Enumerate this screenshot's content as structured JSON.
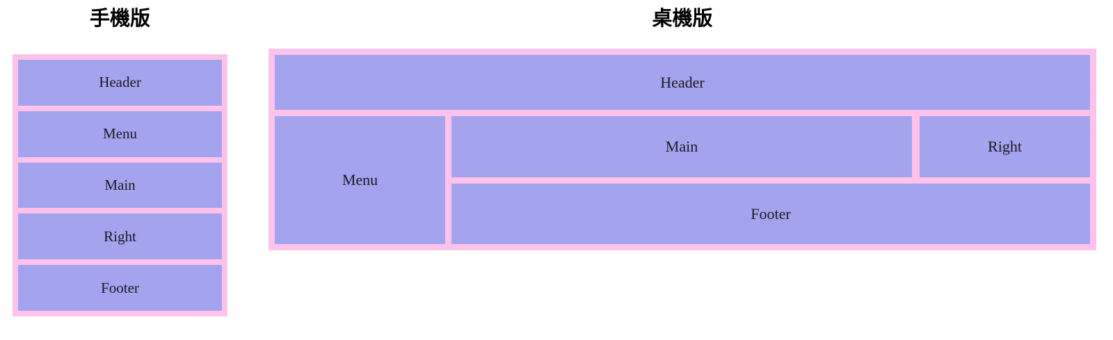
{
  "page": {
    "background_color": "#ffffff",
    "block_color": "#a3a3ee",
    "frame_color": "#ffc2ea",
    "text_color": "#1a1a22"
  },
  "mobile": {
    "title": "手機版",
    "blocks": [
      {
        "label": "Header"
      },
      {
        "label": "Menu"
      },
      {
        "label": "Main"
      },
      {
        "label": "Right"
      },
      {
        "label": "Footer"
      }
    ]
  },
  "desktop": {
    "title": "桌機版",
    "header": {
      "label": "Header"
    },
    "menu": {
      "label": "Menu"
    },
    "main": {
      "label": "Main"
    },
    "right": {
      "label": "Right"
    },
    "footer": {
      "label": "Footer"
    }
  }
}
